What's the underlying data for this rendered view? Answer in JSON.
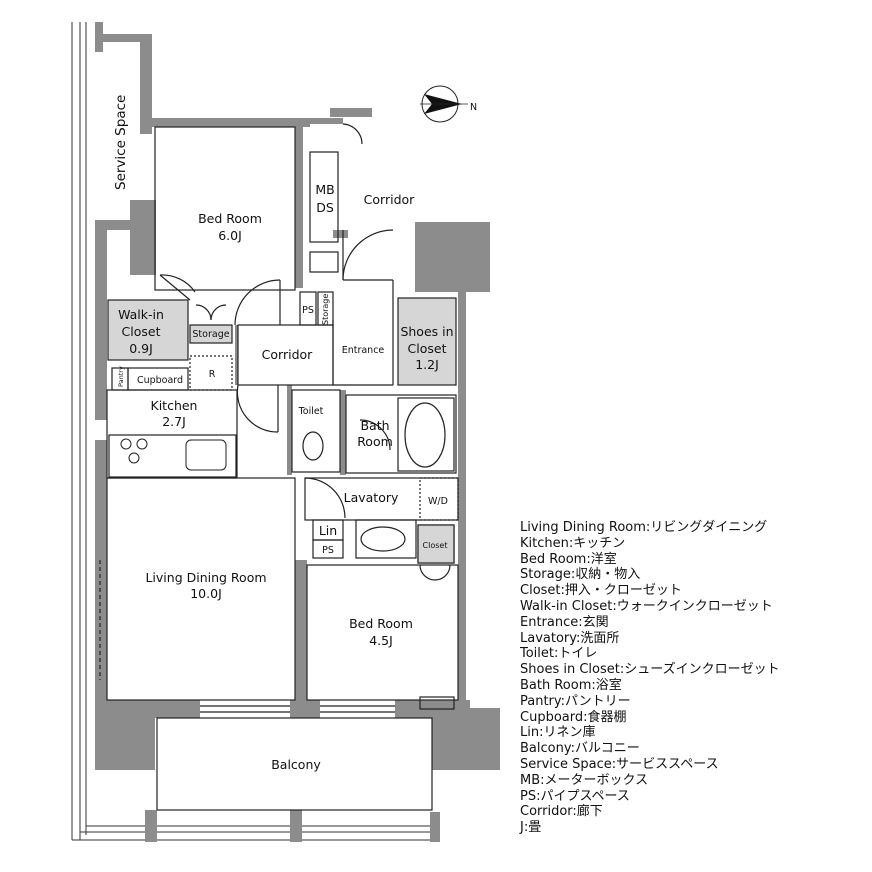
{
  "compass": {
    "north_label": "N"
  },
  "rooms": {
    "service_space": "Service Space",
    "bedroom1_name": "Bed Room",
    "bedroom1_size": "6.0J",
    "mb": "MB",
    "ds": "DS",
    "corridor_top": "Corridor",
    "walkin_name": "Walk-in",
    "walkin_name2": "Closet",
    "walkin_size": "0.9J",
    "storage1": "Storage",
    "storage_ps": "Storage",
    "ps_top": "PS",
    "corridor_mid": "Corridor",
    "entrance": "Entrance",
    "shoes_name": "Shoes in",
    "shoes_name2": "Closet",
    "shoes_size": "1.2J",
    "pantry": "Pantry",
    "cupboard": "Cupboard",
    "refrigerator": "R",
    "kitchen_name": "Kitchen",
    "kitchen_size": "2.7J",
    "toilet": "Toilet",
    "bath_name": "Bath",
    "bath_name2": "Room",
    "lavatory": "Lavatory",
    "washer_dryer": "W/D",
    "lin": "Lin",
    "ps_bottom": "PS",
    "closet": "Closet",
    "ldr_name": "Living Dining Room",
    "ldr_size": "10.0J",
    "bedroom2_name": "Bed Room",
    "bedroom2_size": "4.5J",
    "balcony": "Balcony"
  },
  "legend": [
    "Living Dining Room:リビングダイニング",
    "Kitchen:キッチン",
    "Bed Room:洋室",
    "Storage:収納・物入",
    "Closet:押入・クローゼット",
    "Walk-in Closet:ウォークインクローゼット",
    "Entrance:玄関",
    "Lavatory:洗面所",
    "Toilet:トイレ",
    "Shoes in Closet:シューズインクローゼット",
    "Bath Room:浴室",
    "Pantry:パントリー",
    "Cupboard:食器棚",
    "Lin:リネン庫",
    "Balcony:バルコニー",
    "Service Space:サービススペース",
    "MB:メーターボックス",
    "PS:パイプスペース",
    "Corridor:廊下",
    "J:畳"
  ],
  "colors": {
    "wall": "#8c8c8c",
    "closet_fill": "#d6d6d6",
    "line": "#222222"
  }
}
